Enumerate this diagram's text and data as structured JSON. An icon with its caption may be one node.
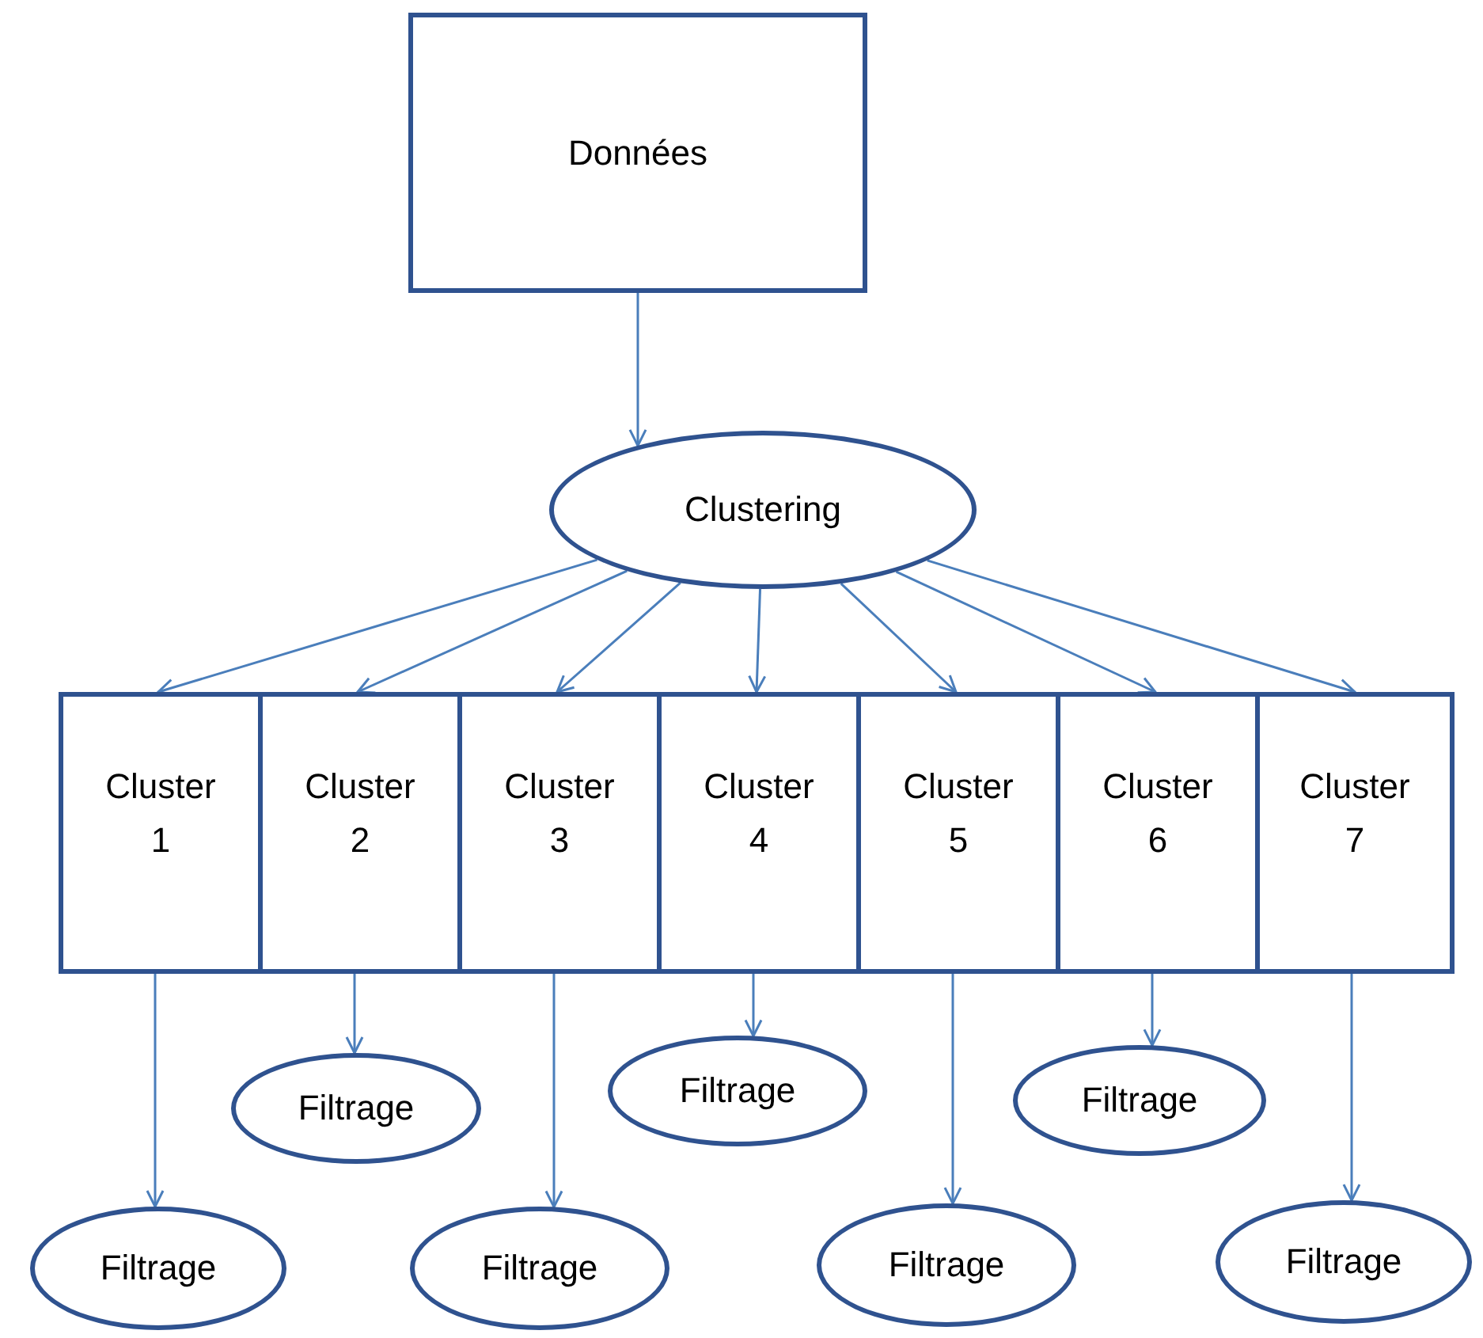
{
  "diagram": {
    "nodes": [
      {
        "text": [
          "Données"
        ]
      },
      {
        "text": [
          "Clustering"
        ]
      },
      {
        "text": [
          "Cluster 1"
        ]
      },
      {
        "text": [
          "Cluster 2"
        ]
      },
      {
        "text": [
          "Cluster 3"
        ]
      },
      {
        "text": [
          "Cluster 4"
        ]
      },
      {
        "text": [
          "Cluster 5"
        ]
      },
      {
        "text": [
          "Cluster 6"
        ]
      },
      {
        "text": [
          "Cluster 7"
        ]
      },
      {
        "text": [
          "Filtrage"
        ]
      },
      {
        "text": [
          "Filtrage"
        ]
      },
      {
        "text": [
          "Filtrage"
        ]
      },
      {
        "text": [
          "Filtrage"
        ]
      },
      {
        "text": [
          "Filtrage"
        ]
      },
      {
        "text": [
          "Filtrage"
        ]
      },
      {
        "text": [
          "Filtrage"
        ]
      }
    ],
    "edges": [
      {
        "from": 0,
        "to": 1,
        "arrow": "to"
      },
      {
        "from": 1,
        "to": 2,
        "arrow": "to"
      },
      {
        "from": 1,
        "to": 3,
        "arrow": "to"
      },
      {
        "from": 1,
        "to": 4,
        "arrow": "to"
      },
      {
        "from": 1,
        "to": 5,
        "arrow": "to"
      },
      {
        "from": 1,
        "to": 6,
        "arrow": "to"
      },
      {
        "from": 1,
        "to": 7,
        "arrow": "to"
      },
      {
        "from": 1,
        "to": 8,
        "arrow": "to"
      },
      {
        "from": 2,
        "to": 9,
        "arrow": "to"
      },
      {
        "from": 3,
        "to": 10,
        "arrow": "to"
      },
      {
        "from": 4,
        "to": 11,
        "arrow": "to"
      },
      {
        "from": 5,
        "to": 12,
        "arrow": "to"
      },
      {
        "from": 6,
        "to": 13,
        "arrow": "to"
      },
      {
        "from": 7,
        "to": 14,
        "arrow": "to"
      },
      {
        "from": 8,
        "to": 15,
        "arrow": "to"
      }
    ]
  }
}
